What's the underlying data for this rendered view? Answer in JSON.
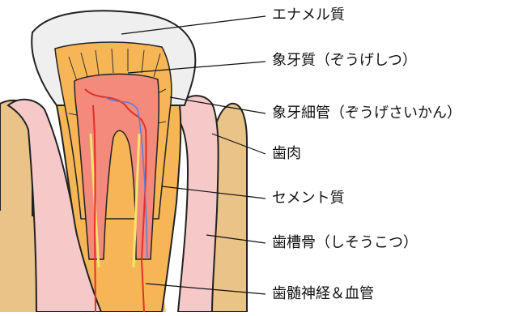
{
  "labels": {
    "enamel": "エナメル質",
    "dentin": "象牙質（ぞうげしつ）",
    "dentinal_tubules": "象牙細管（ぞうげさいかん）",
    "gingiva": "歯肉",
    "cementum": "セメント質",
    "alveolar_bone": "歯槽骨（しそうこつ）",
    "pulp": "歯髄神経＆血管"
  },
  "colors": {
    "enamel": "#efefef",
    "dentin": "#f6b656",
    "pulp": "#f38a7c",
    "gum": "#f6c9c9",
    "bone": "#e9c387",
    "cementum": "#f3e56a",
    "vessel_red": "#e0302a",
    "vessel_blue": "#5a7fd8"
  }
}
